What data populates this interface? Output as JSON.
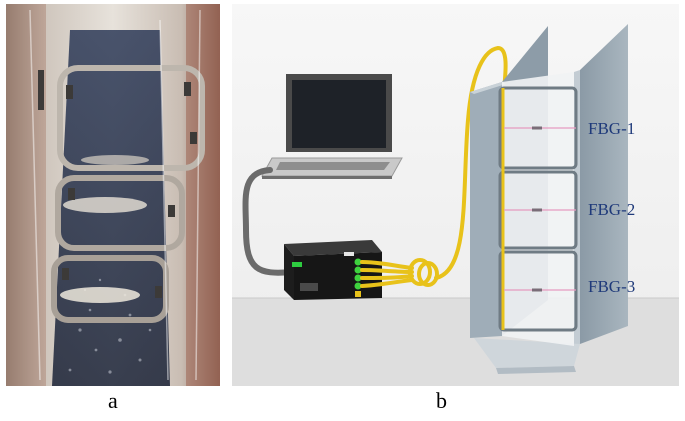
{
  "panels": {
    "a": {
      "caption": "a"
    },
    "b": {
      "caption": "b",
      "sensor_labels": [
        "FBG-1",
        "FBG-2",
        "FBG-3"
      ]
    }
  },
  "colors": {
    "fiber": "#e8c21a",
    "label": "#1f3a7a",
    "led": "#3ed23e",
    "channel": "#8a9aa6",
    "glass_frame": "#b9b2aa"
  }
}
